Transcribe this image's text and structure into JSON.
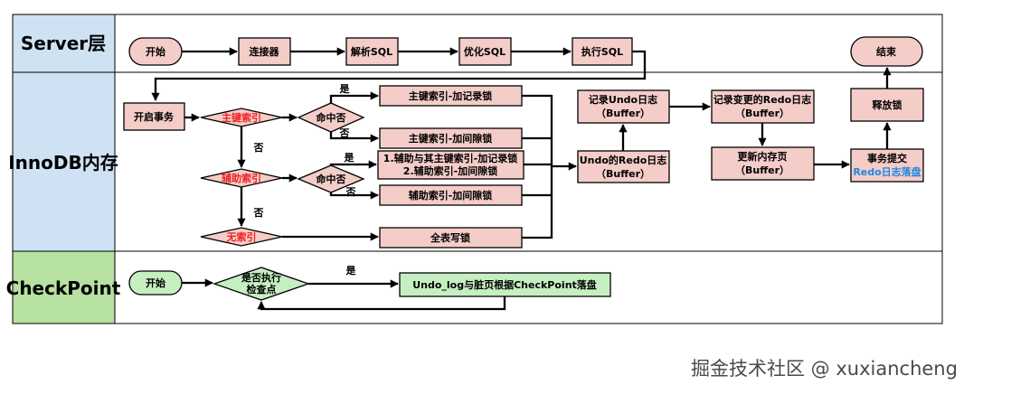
{
  "colors": {
    "lane_label_blue": "#cfe2f3",
    "lane_label_green": "#b7e1a1",
    "box_pink": "#f4ccc8",
    "box_green": "#c6efc1",
    "diamond_pink": "#f4ccc8",
    "diamond_green": "#c6efc1",
    "blue_text": "#1e88e5",
    "red_text": "#ee2222"
  },
  "lanes": {
    "server": "Server层",
    "innodb": "InnoDB内存",
    "checkpoint": "CheckPoint"
  },
  "server": {
    "start": "开始",
    "connector": "连接器",
    "parse": "解析SQL",
    "optimize": "优化SQL",
    "execute": "执行SQL",
    "end": "结束"
  },
  "innodb": {
    "begin_tx": "开启事务",
    "primary_index": "主键索引",
    "secondary_index": "辅助索引",
    "no_index": "无索引",
    "hit1": "命中否",
    "hit2": "命中否",
    "pk_record_lock": "主键索引-加记录锁",
    "pk_gap_lock": "主键索引-加间隙锁",
    "sec_lock_line1": "1.辅助与其主键索引-加记录锁",
    "sec_lock_line2": "2.辅助索引-加间隙锁",
    "sec_gap_lock": "辅助索引-加间隙锁",
    "table_lock": "全表写锁",
    "undo_log_line1": "记录Undo日志",
    "undo_log_line2": "（Buffer）",
    "undo_redo_line1": "Undo的Redo日志",
    "undo_redo_line2": "（Buffer）",
    "change_redo_line1": "记录变更的Redo日志",
    "change_redo_line2": "（Buffer）",
    "update_page_line1": "更新内存页",
    "update_page_line2": "（Buffer）",
    "release_lock": "释放锁",
    "commit_line1": "事务提交",
    "commit_line2": "Redo日志落盘",
    "yes1": "是",
    "no1": "否",
    "yes2": "是",
    "no2": "否",
    "no_primary": "否",
    "no_secondary": "否"
  },
  "checkpoint": {
    "start": "开始",
    "check_line1": "是否执行",
    "check_line2": "检查点",
    "yes": "是",
    "flush": "Undo_log与脏页根据CheckPoint落盘"
  },
  "watermark": "掘金技术社区 @ xuxiancheng"
}
